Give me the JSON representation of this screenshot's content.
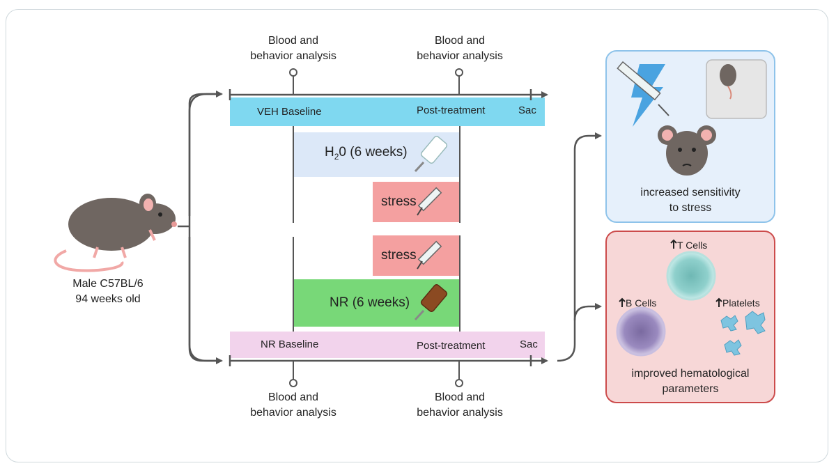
{
  "mouse": {
    "line1": "Male C57BL/6",
    "line2": "94 weeks old"
  },
  "analysis_label": {
    "line1": "Blood and",
    "line2": "behavior analysis"
  },
  "veh_row": {
    "baseline": "VEH Baseline",
    "post": "Post-treatment",
    "sac": "Sac"
  },
  "nr_row": {
    "baseline": "NR Baseline",
    "post": "Post-treatment",
    "sac": "Sac"
  },
  "treatments": {
    "h2o": {
      "prefix": "H",
      "sub": "2",
      "suffix": "0 (6 weeks)"
    },
    "stress": "stress",
    "nr": "NR (6 weeks)"
  },
  "outcome_veh": {
    "line1": "increased sensitivity",
    "line2": "to stress"
  },
  "outcome_nr": {
    "t_cells": "T Cells",
    "b_cells": "B Cells",
    "platelets": "Platelets",
    "line1": "improved hematological",
    "line2": "parameters"
  },
  "colors": {
    "veh_bar": "#7fd8f0",
    "nr_bar": "#f2d3ec",
    "h2o_bar": "#dce8f8",
    "stress_bar": "#f4a0a0",
    "nr_treat_bar": "#78d878",
    "veh_panel_bg": "#e6f0fb",
    "veh_panel_border": "#8ec3ea",
    "nr_panel_bg": "#f7d7d7",
    "nr_panel_border": "#cc4b4b",
    "line": "#555555"
  }
}
